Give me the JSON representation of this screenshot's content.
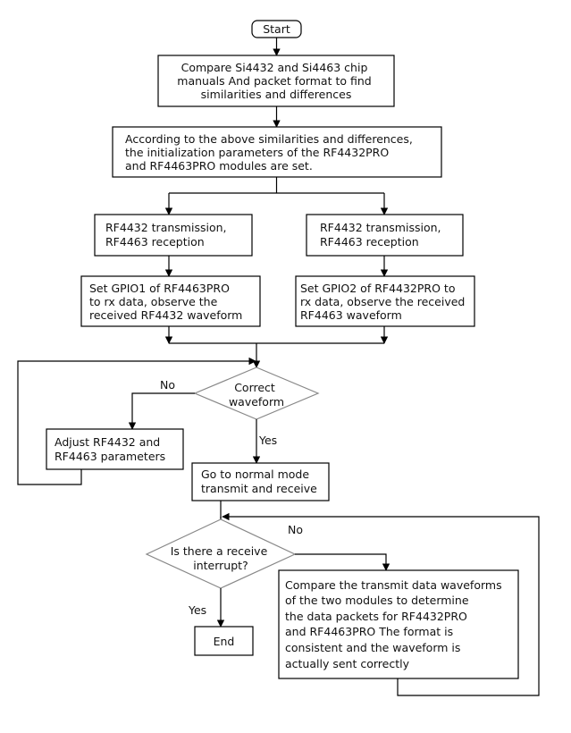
{
  "nodes": {
    "start": "Start",
    "compare_manuals": [
      "Compare Si4432 and Si4463 chip",
      "manuals And packet format to find",
      "similarities and differences"
    ],
    "init_params": [
      "According to the above similarities and differences,",
      "the initialization parameters of the RF4432PRO",
      "and RF4463PRO modules are set."
    ],
    "left_tx": [
      "RF4432 transmission,",
      "RF4463 reception"
    ],
    "right_tx": [
      "RF4432 transmission,",
      "RF4463 reception"
    ],
    "left_gpio": [
      "Set GPIO1 of RF4463PRO",
      "to rx data, observe the",
      "received RF4432 waveform"
    ],
    "right_gpio": [
      "Set GPIO2 of RF4432PRO to",
      "rx data, observe the received",
      "RF4463 waveform"
    ],
    "correct_waveform": [
      "Correct",
      "waveform"
    ],
    "adjust_params": [
      "Adjust RF4432 and",
      "RF4463 parameters"
    ],
    "normal_mode": [
      "Go to normal mode",
      "transmit and receive"
    ],
    "receive_interrupt": [
      "Is there a receive",
      "interrupt?"
    ],
    "compare_waveforms": [
      "Compare the transmit data waveforms",
      "of the two modules to determine",
      "the data packets for RF4432PRO",
      "and RF4463PRO The format is",
      "consistent and the waveform is",
      "actually sent correctly"
    ],
    "end": "End"
  },
  "labels": {
    "no_1": "No",
    "yes_1": "Yes",
    "no_2": "No",
    "yes_2": "Yes"
  }
}
